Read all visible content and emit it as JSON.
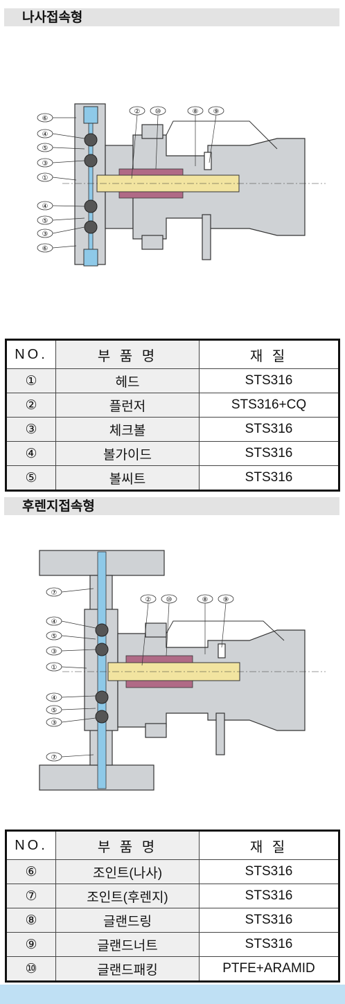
{
  "sections": [
    {
      "title": "나사접속형"
    },
    {
      "title": "후렌지접속형"
    }
  ],
  "diagram_labels": {
    "circled": [
      "①",
      "②",
      "③",
      "④",
      "⑤",
      "⑥",
      "⑦",
      "⑧",
      "⑨",
      "⑩"
    ]
  },
  "tables": [
    {
      "headers": [
        "NO.",
        "부 품 명",
        "재 질"
      ],
      "rows": [
        {
          "no": "①",
          "name": "헤드",
          "material": "STS316"
        },
        {
          "no": "②",
          "name": "플런저",
          "material": "STS316+CQ"
        },
        {
          "no": "③",
          "name": "체크볼",
          "material": "STS316"
        },
        {
          "no": "④",
          "name": "볼가이드",
          "material": "STS316"
        },
        {
          "no": "⑤",
          "name": "볼씨트",
          "material": "STS316"
        }
      ]
    },
    {
      "headers": [
        "NO.",
        "부 품 명",
        "재 질"
      ],
      "rows": [
        {
          "no": "⑥",
          "name": "조인트(나사)",
          "material": "STS316"
        },
        {
          "no": "⑦",
          "name": "조인트(후렌지)",
          "material": "STS316"
        },
        {
          "no": "⑧",
          "name": "글랜드링",
          "material": "STS316"
        },
        {
          "no": "⑨",
          "name": "글랜드너트",
          "material": "STS316"
        },
        {
          "no": "⑩",
          "name": "글랜드패킹",
          "material": "PTFE+ARAMID"
        }
      ]
    }
  ],
  "colors": {
    "metal": "#cfd2d5",
    "fluid": "#8ec9e8",
    "plunger": "#f2e4a0",
    "packing": "#b06a86",
    "footer": "#bfe0f4"
  }
}
